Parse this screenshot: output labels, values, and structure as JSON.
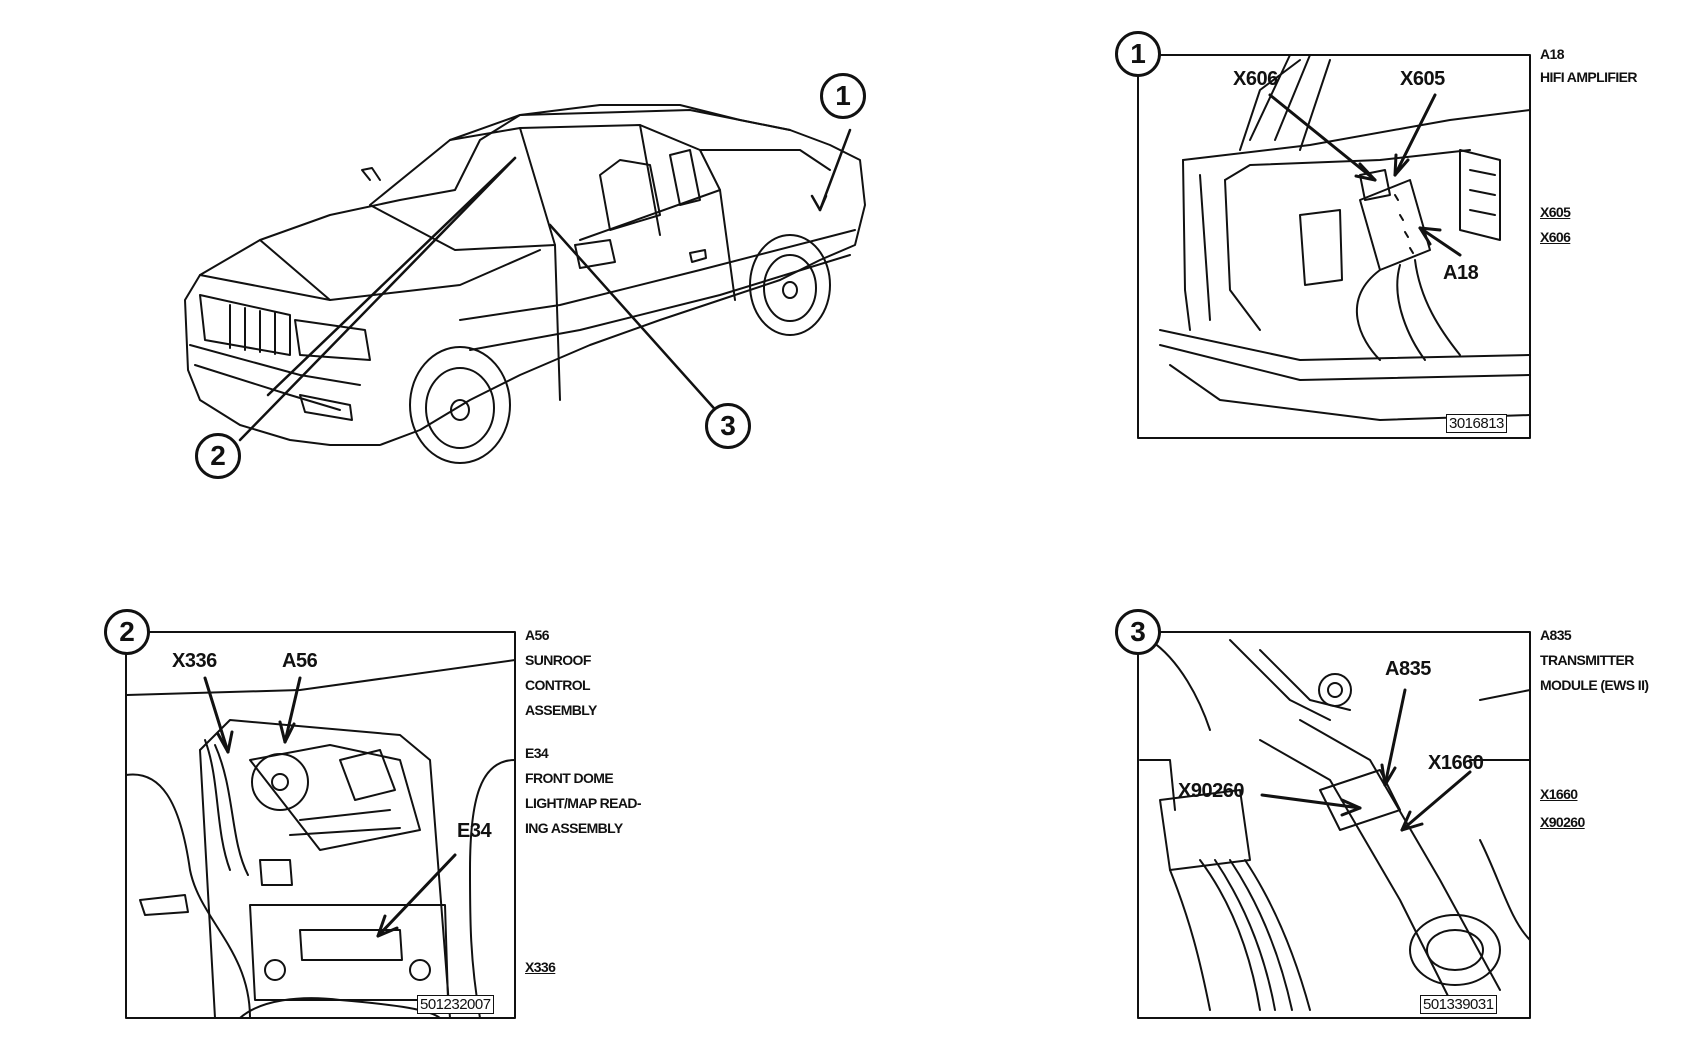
{
  "overview": {
    "markers": [
      "1",
      "2",
      "3"
    ]
  },
  "panel1": {
    "number": "1",
    "fig_id": "3016813",
    "callouts": {
      "x606": "X606",
      "x605": "X605",
      "a18": "A18"
    },
    "legend": {
      "code": "A18",
      "desc": "HIFI AMPLIFIER",
      "conn1": "X605",
      "conn2": "X606"
    }
  },
  "panel2": {
    "number": "2",
    "fig_id": "501232007",
    "callouts": {
      "x336": "X336",
      "a56": "A56",
      "e34": "E34"
    },
    "legend": {
      "code1": "A56",
      "desc1_lines": [
        "SUNROOF",
        "CONTROL",
        "ASSEMBLY"
      ],
      "code2": "E34",
      "desc2_lines": [
        "FRONT DOME",
        "LIGHT/MAP READ-",
        "ING ASSEMBLY"
      ],
      "conn1": "X336"
    }
  },
  "panel3": {
    "number": "3",
    "fig_id": "501339031",
    "callouts": {
      "a835": "A835",
      "x1660": "X1660",
      "x90260": "X90260"
    },
    "legend": {
      "code": "A835",
      "desc_lines": [
        "TRANSMITTER",
        "MODULE (EWS II)"
      ],
      "conn1": "X1660",
      "conn2": "X90260"
    }
  },
  "colors": {
    "ink": "#111111",
    "paper": "#ffffff"
  }
}
